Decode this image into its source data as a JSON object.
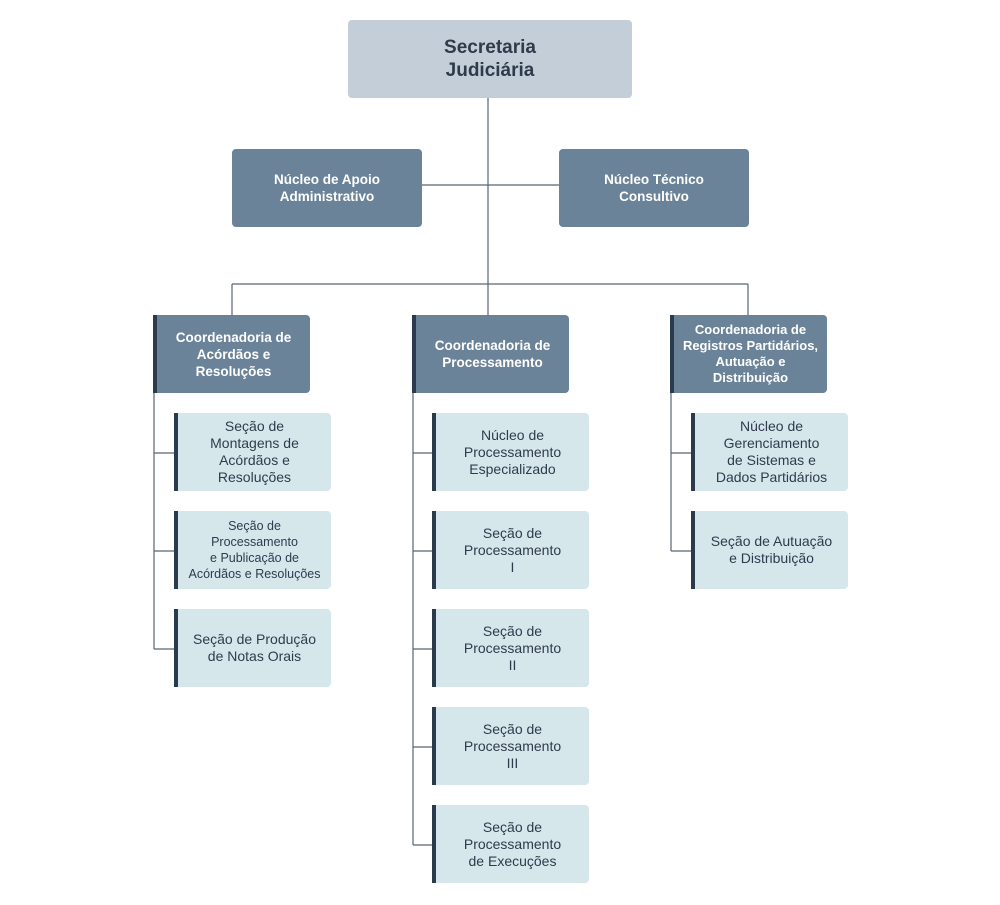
{
  "root": {
    "label": "Secretaria\nJudiciária"
  },
  "nucleos": [
    {
      "label": "Núcleo de Apoio\nAdministrativo"
    },
    {
      "label": "Núcleo Técnico\nConsultivo"
    }
  ],
  "coordenadorias": [
    {
      "label": "Coordenadoria de\nAcórdãos e\nResoluções",
      "secoes": [
        {
          "label": "Seção de\nMontagens de\nAcórdãos e\nResoluções"
        },
        {
          "label": "Seção de\nProcessamento\ne Publicação de\nAcórdãos e Resoluções"
        },
        {
          "label": "Seção de Produção\nde Notas Orais"
        }
      ]
    },
    {
      "label": "Coordenadoria de\nProcessamento",
      "secoes": [
        {
          "label": "Núcleo de\nProcessamento\nEspecializado"
        },
        {
          "label": "Seção de\nProcessamento\nI"
        },
        {
          "label": "Seção de\nProcessamento\nII"
        },
        {
          "label": "Seção de\nProcessamento\nIII"
        },
        {
          "label": "Seção de\nProcessamento\nde Execuções"
        }
      ]
    },
    {
      "label": "Coordenadoria de\nRegistros Partidários,\nAutuação e\nDistribuição",
      "secoes": [
        {
          "label": "Núcleo de\nGerenciamento\nde Sistemas e\nDados Partidários"
        },
        {
          "label": "Seção de Autuação\ne Distribuição"
        }
      ]
    }
  ],
  "colors": {
    "root_fill": "#c3ced8",
    "nucleo_fill": "#6b8399",
    "coord_fill": "#6b8399",
    "secao_fill": "#d6e7ec",
    "accent_bar": "#2c3a4d",
    "connector": "#5a6472"
  }
}
